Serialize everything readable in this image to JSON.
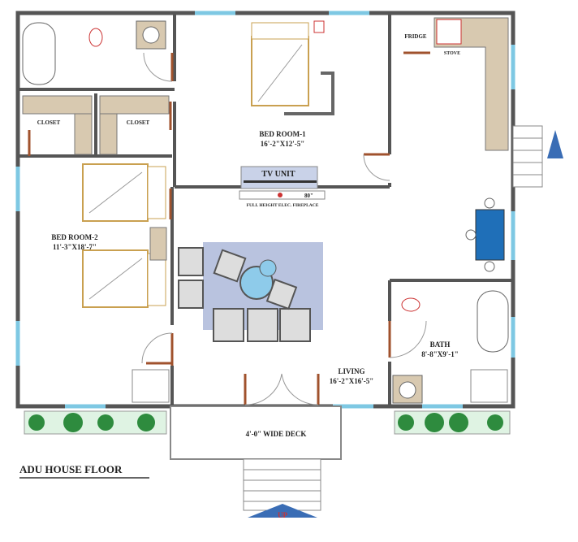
{
  "title": "ADU HOUSE FLOOR",
  "rooms": {
    "bedroom1": {
      "name": "BED ROOM-1",
      "size": "16'-2\"X12'-5\""
    },
    "bedroom2": {
      "name": "BED ROOM-2",
      "size": "11'-3\"X18'-7\""
    },
    "living": {
      "name": "LIVING",
      "size": "16'-2\"X16'-5\""
    },
    "bath": {
      "name": "BATH",
      "size": "8'-8\"X9'-1\""
    },
    "closet_left": "CLOSET",
    "closet_right": "CLOSET",
    "deck": "4'-0\" WIDE DECK"
  },
  "fixtures": {
    "tv_unit": "TV UNIT",
    "fireplace": "FULL HEIGHT ELEC. FIREPLACE",
    "fireplace_size": "80\"",
    "fridge": "FRIDGE",
    "stove": "STOVE"
  },
  "entry_arrow": "UP",
  "colors": {
    "wall": "#555555",
    "window": "#7ec8e3",
    "door": "#a0522d",
    "counter": "#d8c9b0",
    "dining": "#1f6fb8",
    "rug": "#b9c3df",
    "plant": "#2e8b3e"
  }
}
